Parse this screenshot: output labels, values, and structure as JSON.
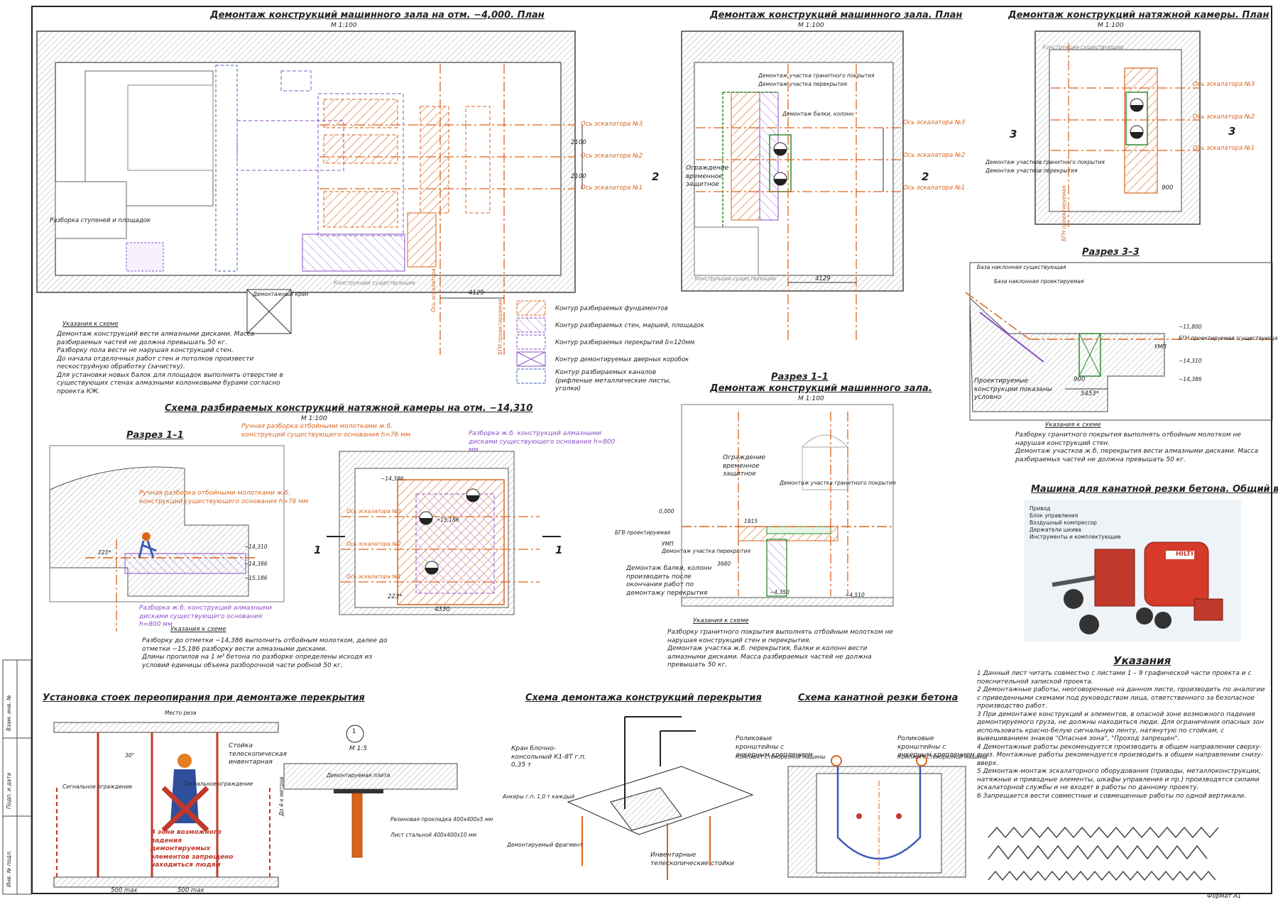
{
  "colors": {
    "line": "#333333",
    "orange": "#d9641c",
    "purple": "#8a4fc4",
    "green": "#2e8b2e",
    "red": "#c0392b",
    "hatch": "#999999"
  },
  "titles": {
    "plan_4000": "Демонтаж конструкций машинного зала на отм. −4,000. План",
    "plan_hall": "Демонтаж конструкций машинного зала. План",
    "plan_chamber": "Демонтаж конструкций натяжной камеры. План",
    "section_3": "Разрез 3–3",
    "scheme_chamber": "Схема разбираемых конструкций натяжной камеры на отм. −14,310",
    "section_1_hall_a": "Разрез 1–1",
    "section_1_hall_b": "Демонтаж конструкций машинного зала.",
    "section_1_left": "Разрез 1–1",
    "machine": "Машина для канатной резки бетона. Общий вид",
    "instructions": "Указания",
    "stands": "Установка стоек переопирания при демонтаже перекрытия",
    "scheme_slab": "Схема демонтажа конструкций перекрытия",
    "scheme_rope": "Схема канатной резки бетона"
  },
  "scales": {
    "m100": "М 1:100",
    "m15": "М 1:5",
    "m15_label": "1"
  },
  "escalators": {
    "n3": "Ось эскалатора №3",
    "n2": "Ось эскалатора №2",
    "n1": "Ось эскалатора №1"
  },
  "dims": {
    "d2100": "2100",
    "d4129": "4129",
    "d900": "900",
    "d5453": "5453*",
    "d223": "223*",
    "d4330": "4330",
    "d500": "500 max",
    "d3680": "3680",
    "d1915": "1915"
  },
  "marks": {
    "m4000": "−4,000",
    "m14310": "−14,310",
    "m14386": "−14,386",
    "m15186": "−15,186",
    "m11800": "−11,800",
    "m0000": "0,000",
    "m4350": "−4,350",
    "m4510": "−4,510",
    "um": "УМП",
    "bgn": "БГН проектируемая (существующая)",
    "bgv": "БГВ проектируемая"
  },
  "section_marks": {
    "s1": "1",
    "s2": "2",
    "s3": "3"
  },
  "plan_4000": {
    "stairs_label": "Разборка ступеней и площадок",
    "crane": "Демонтажный кран",
    "axis_left": "Ось эскалатора",
    "bgn": "БГН проектируемая",
    "existing": "Конструкции существующие"
  },
  "legend": [
    {
      "text": "Контур разбираемых фундаментов"
    },
    {
      "text": "Контур разбираемых стен, маршей, площадок"
    },
    {
      "text": "Контур разбираемых перекрытий δ=120мм"
    },
    {
      "text": "Контур демонтируемых дверных коробок"
    },
    {
      "text": "Контур разбираемых каналов (рифленые металлические листы, уголки)"
    }
  ],
  "notes_left": {
    "head": "Указания к схеме",
    "lines": [
      "Демонтаж конструкций вести алмазными дисками. Масса разбираемых частей не должна превышать 50 кг.",
      "Разборку пола вести не нарушая конструкций стен.",
      "До начала отделочных работ стен и потолков произвести пескоструйную обработку (зачистку).",
      "Для установки новых балок для площадок выполнить отверстие в существующих стенах алмазными колонковыми бурами согласно проекта КЖ."
    ]
  },
  "plan_hall": {
    "granite": "Демонтаж участка гранитного покрытия",
    "slab": "Демонтаж участка перекрытия",
    "beam": "Демонтаж балки, колонн",
    "fence": "Ограждение временное защитное",
    "existing": "Конструкции существующие"
  },
  "plan_chamber": {
    "granite": "Демонтаж участков гранитного покрытия",
    "slab": "Демонтаж участков перекрытия",
    "existing": "Конструкции существующие",
    "bgn": "БГН проектируемая"
  },
  "section_3": {
    "base_exist": "База наклонная существующая",
    "base_proj": "База наклонная проектируемая",
    "proj_constr": "Проектируемые конструкции показаны условно",
    "notes_head": "Указания к схеме",
    "notes": [
      "Разборку гранитного покрытия выполнять отбойным молотком не нарушая конструкций стен.",
      "Демонтаж участков ж.б. перекрытия вести алмазными дисками. Масса разбираемых частей не должна превышать 50 кг."
    ]
  },
  "scheme_chamber": {
    "manual": "Ручная разборка отбойными молотками ж.б. конструкций существующего основания h=76 мм",
    "diamond": "Разборка ж.б. конструкций алмазными дисками существующего основания h=800 мм",
    "notes_head": "Указания к схеме",
    "notes": [
      "Разборку до отметки −14,386 выполнить отбойным молотком, далее до отметки −15,186 разборку вести алмазными дисками.",
      "Длины пропилов на 1 м³ бетона по разборке определены исходя из условий единицы объема разборочной части робной 50 кг."
    ]
  },
  "section_hall": {
    "fence": "Ограждение временное защитное",
    "granite": "Демонтаж участка гранитного покрытия",
    "slab": "Демонтаж участка перекрытия",
    "beam": "Демонтаж балки, колонн производить после окончания работ по демонтажу перекрытия",
    "notes_head": "Указания к схеме",
    "notes": [
      "Разборку гранитного покрытия выполнять отбойным молотком не нарушая конструкций стен и перекрытия.",
      "Демонтаж участка ж.б. перекрытия, балки и колонн вести алмазными дисками. Масса разбираемых частей не должна превышать 50 кг."
    ]
  },
  "machine": {
    "items": [
      "Привод",
      "Блок управления",
      "Воздушный компрессор",
      "Держатели шкива",
      "Инструменты и комплектующие"
    ],
    "brand": "HILTI"
  },
  "instructions": [
    "1  Данный лист читать совместно с листами 1 – 9 графической части проекта и с пояснительной запиской проекта.",
    "2  Демонтажные работы, неоговоренные на данном листе, производить по аналогии с приведенными схемами под руководством лица, ответственного за безопасное производство работ.",
    "3  При демонтаже конструкций и элементов, в опасной зоне возможного падения демонтируемого груза, не должны находиться люди. Для ограничения опасных зон использовать красно-белую сигнальную ленту, натянутую по стойкам, с вывешиванием знаков \"Опасная зона\", \"Проход запрещен\".",
    "4  Демонтажные работы рекомендуется производить в общем направлении сверху-вниз. Монтажные работы рекомендуется производить в общем направлении снизу-вверх.",
    "5  Демонтаж-монтаж эскалаторного оборудования (приводы, металлоконструкции, натяжные и приводные элементы, шкафы управления и пр.) производятся силами эскалаторной службы и не входят в работы по данному проекту.",
    "6  Запрещается вести совместные и совмещенные работы по одной вертикали."
  ],
  "stands": {
    "cut": "Место реза",
    "stand": "Стойка телескопическая инвентарная",
    "signal_l": "Сигнальное ограждение",
    "signal_r": "Сигнальное ограждение",
    "height": "До 4-х метров",
    "warning": "В зоне возможного падения демонтируемых элементов запрещено находиться людям",
    "angle": "30°"
  },
  "m15": {
    "plate": "Демонтируемая плита",
    "gasket": "Резиновая прокладка 400х400х5 мм",
    "sheet": "Лист стальной 400х400х10 мм"
  },
  "scheme_slab": {
    "crane": "Кран блочно-консольный К1-8Т г.п. 0,35 т",
    "anchors": "Анкеры г.п. 1,0 т каждый",
    "fragment": "Демонтируемый фрагмент",
    "stands": "Инвентарные телескопические стойки"
  },
  "scheme_rope": {
    "left_a": "Роликовые кронштейны с анкерным креплением",
    "left_b": "Комплект стенорезной машины",
    "right_a": "Роликовые кронштейны с анкерным креплением",
    "right_b": "Комплект стенорезной машины"
  },
  "stamp": {
    "inv": "Инв. № подл.",
    "sign": "Подп. и дата",
    "inv2": "Взам. инв. №"
  },
  "format": "Формат  А1"
}
